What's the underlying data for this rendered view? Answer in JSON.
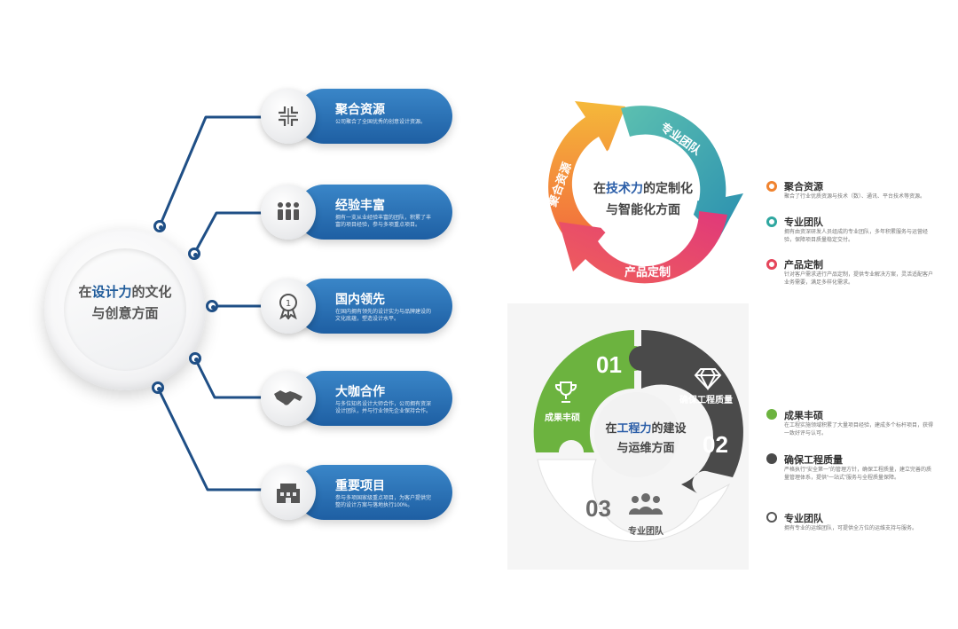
{
  "left": {
    "center_text_pre": "在",
    "center_text_hl": "设计力",
    "center_text_post": "的文化",
    "center_text_line2": "与创意方面",
    "items": [
      {
        "title": "聚合资源",
        "desc": "公司聚合了全国优秀的创意设计资源。",
        "icon": "grid-cross-icon"
      },
      {
        "title": "经验丰富",
        "desc": "拥有一支从业经验丰富的团队，积累了丰富的项目经验，参与多项重点项目。",
        "icon": "team-icon"
      },
      {
        "title": "国内领先",
        "desc": "在国内拥有领先的设计实力与品牌建设的文化底蕴，塑造设计水平。",
        "icon": "medal-icon"
      },
      {
        "title": "大咖合作",
        "desc": "与多位知名设计大师合作，公司拥有资深设计团队，并与行业领先企业保持合作。",
        "icon": "handshake-icon"
      },
      {
        "title": "重要项目",
        "desc": "参与多项国家级重点项目，为客户提供完整的设计方案与落地执行100%。",
        "icon": "building-icon"
      }
    ]
  },
  "ring": {
    "center_pre": "在",
    "center_hl": "技术力",
    "center_post": "的定制化",
    "center_line2": "与智能化方面",
    "segments": [
      {
        "label": "聚合资源",
        "color": "#f0a23a"
      },
      {
        "label": "专业团队",
        "color": "#3aa9a8"
      },
      {
        "label": "产品定制",
        "color": "#e8465e"
      }
    ]
  },
  "legend_top": [
    {
      "title": "聚合资源",
      "desc": "聚合了行业优质资源与技术（数）、通讯、平台技术等资源。",
      "color": "#f0832f"
    },
    {
      "title": "专业团队",
      "desc": "拥有由资深研发人员组成的专业团队，多年积累服务与运营经验，保障项目质量稳定交付。",
      "color": "#2fa7a0"
    },
    {
      "title": "产品定制",
      "desc": "针对客户需求进行产品定制，提供专业解决方案，灵活适配客户业务需要，满足多样化需求。",
      "color": "#e5465b"
    }
  ],
  "puzzle": {
    "center_pre": "在",
    "center_hl": "工程力",
    "center_post": "的建设",
    "center_line2": "与运维方面",
    "pieces": [
      {
        "num": "01",
        "label": "成果丰硕",
        "color": "#6cb33f"
      },
      {
        "num": "02",
        "label": "确保工程质量",
        "color": "#4a4a4a"
      },
      {
        "num": "03",
        "label": "专业团队",
        "color": "#ffffff"
      }
    ]
  },
  "legend_bottom": [
    {
      "title": "成果丰硕",
      "desc": "在工程实施领域积累了大量项目经验，建成多个标杆项目，获得一致好评与认可。",
      "color": "#6cb33f",
      "icon": "trophy-icon"
    },
    {
      "title": "确保工程质量",
      "desc": "严格执行“安全第一”的管理方针，确保工程质量，建立完善的质量管理体系，提供“一站式”服务与全程质量保障。",
      "color": "#4a4a4a",
      "icon": "diamond-icon"
    },
    {
      "title": "专业团队",
      "desc": "拥有专业的运维团队，可提供全方位的运维支持与服务。",
      "color": "#555555",
      "icon": "people-icon"
    }
  ]
}
